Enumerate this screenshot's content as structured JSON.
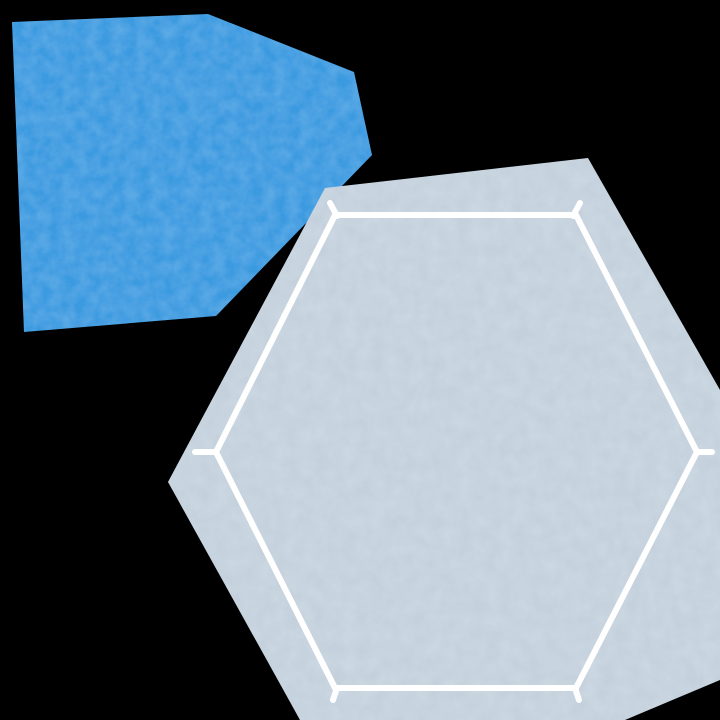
{
  "scene": {
    "background": "#000000",
    "tiles": [
      {
        "kind": "partial-hex-tile",
        "fill": "#3a9ae0",
        "texture": "mottled"
      },
      {
        "kind": "hexagon-tile",
        "fill": "#c4d1dd",
        "texture": "mottled",
        "outline": "#ffffff",
        "state": "selected"
      }
    ]
  }
}
